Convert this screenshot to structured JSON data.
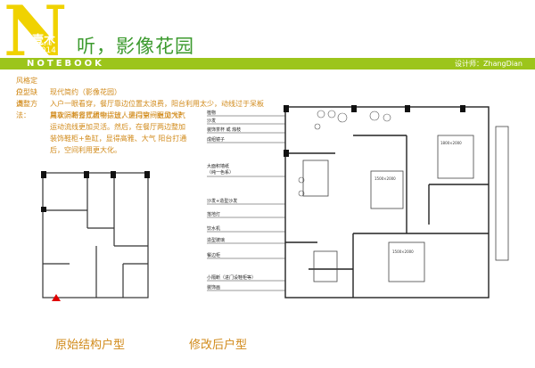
{
  "logo": {
    "big_letter": "N",
    "brand_text": "壹木",
    "sub_text": "STUDIO",
    "year": "2014"
  },
  "page_title": "听，影像花园",
  "banner": {
    "brand": "NOTEBOOK",
    "designer": "设计师：ZhangDian"
  },
  "description": {
    "style_label": "风格定位：",
    "style_value": "现代简约（影像花园）",
    "defects_label": "户型缺点：",
    "defects_value": "入户一眼看穿，餐厅靠边位置太浪费，阳台利用太少，动线过于呆板",
    "ideas_label": "调整方法：",
    "ideas_lines": [
      "用软隔断方式植物，让人进门第一眼见“绿",
      "其次，将餐厅居中摆放，显得空间更加大气",
      "运动流线更加灵活。然后，在餐厅两边整加",
      "装饰鞋柜+鱼缸，显得高雅、大气 阳台打通",
      "后，空间利用更大化。"
    ]
  },
  "captions": {
    "original": "原始结构户型",
    "modified": "修改后户型"
  },
  "annotations": [
    "植物",
    "沙发",
    "装饰茶杯 或 烛枝",
    "成组镜子",
    "大面积墙纸",
    "（纯一色系）",
    "沙发+造型沙发",
    "落地灯",
    "饮水机",
    "造型玻璃",
    "餐边柜",
    "小隔断（进门设鞋柜等）",
    "装饰画"
  ],
  "bed_labels": [
    "1500×2000",
    "1800×2000",
    "1500×2000"
  ],
  "colors": {
    "accent_green": "#9cc51b",
    "title_green": "#3c9a2e",
    "text_orange": "#d18a1a",
    "logo_yellow": "#f0d200"
  }
}
